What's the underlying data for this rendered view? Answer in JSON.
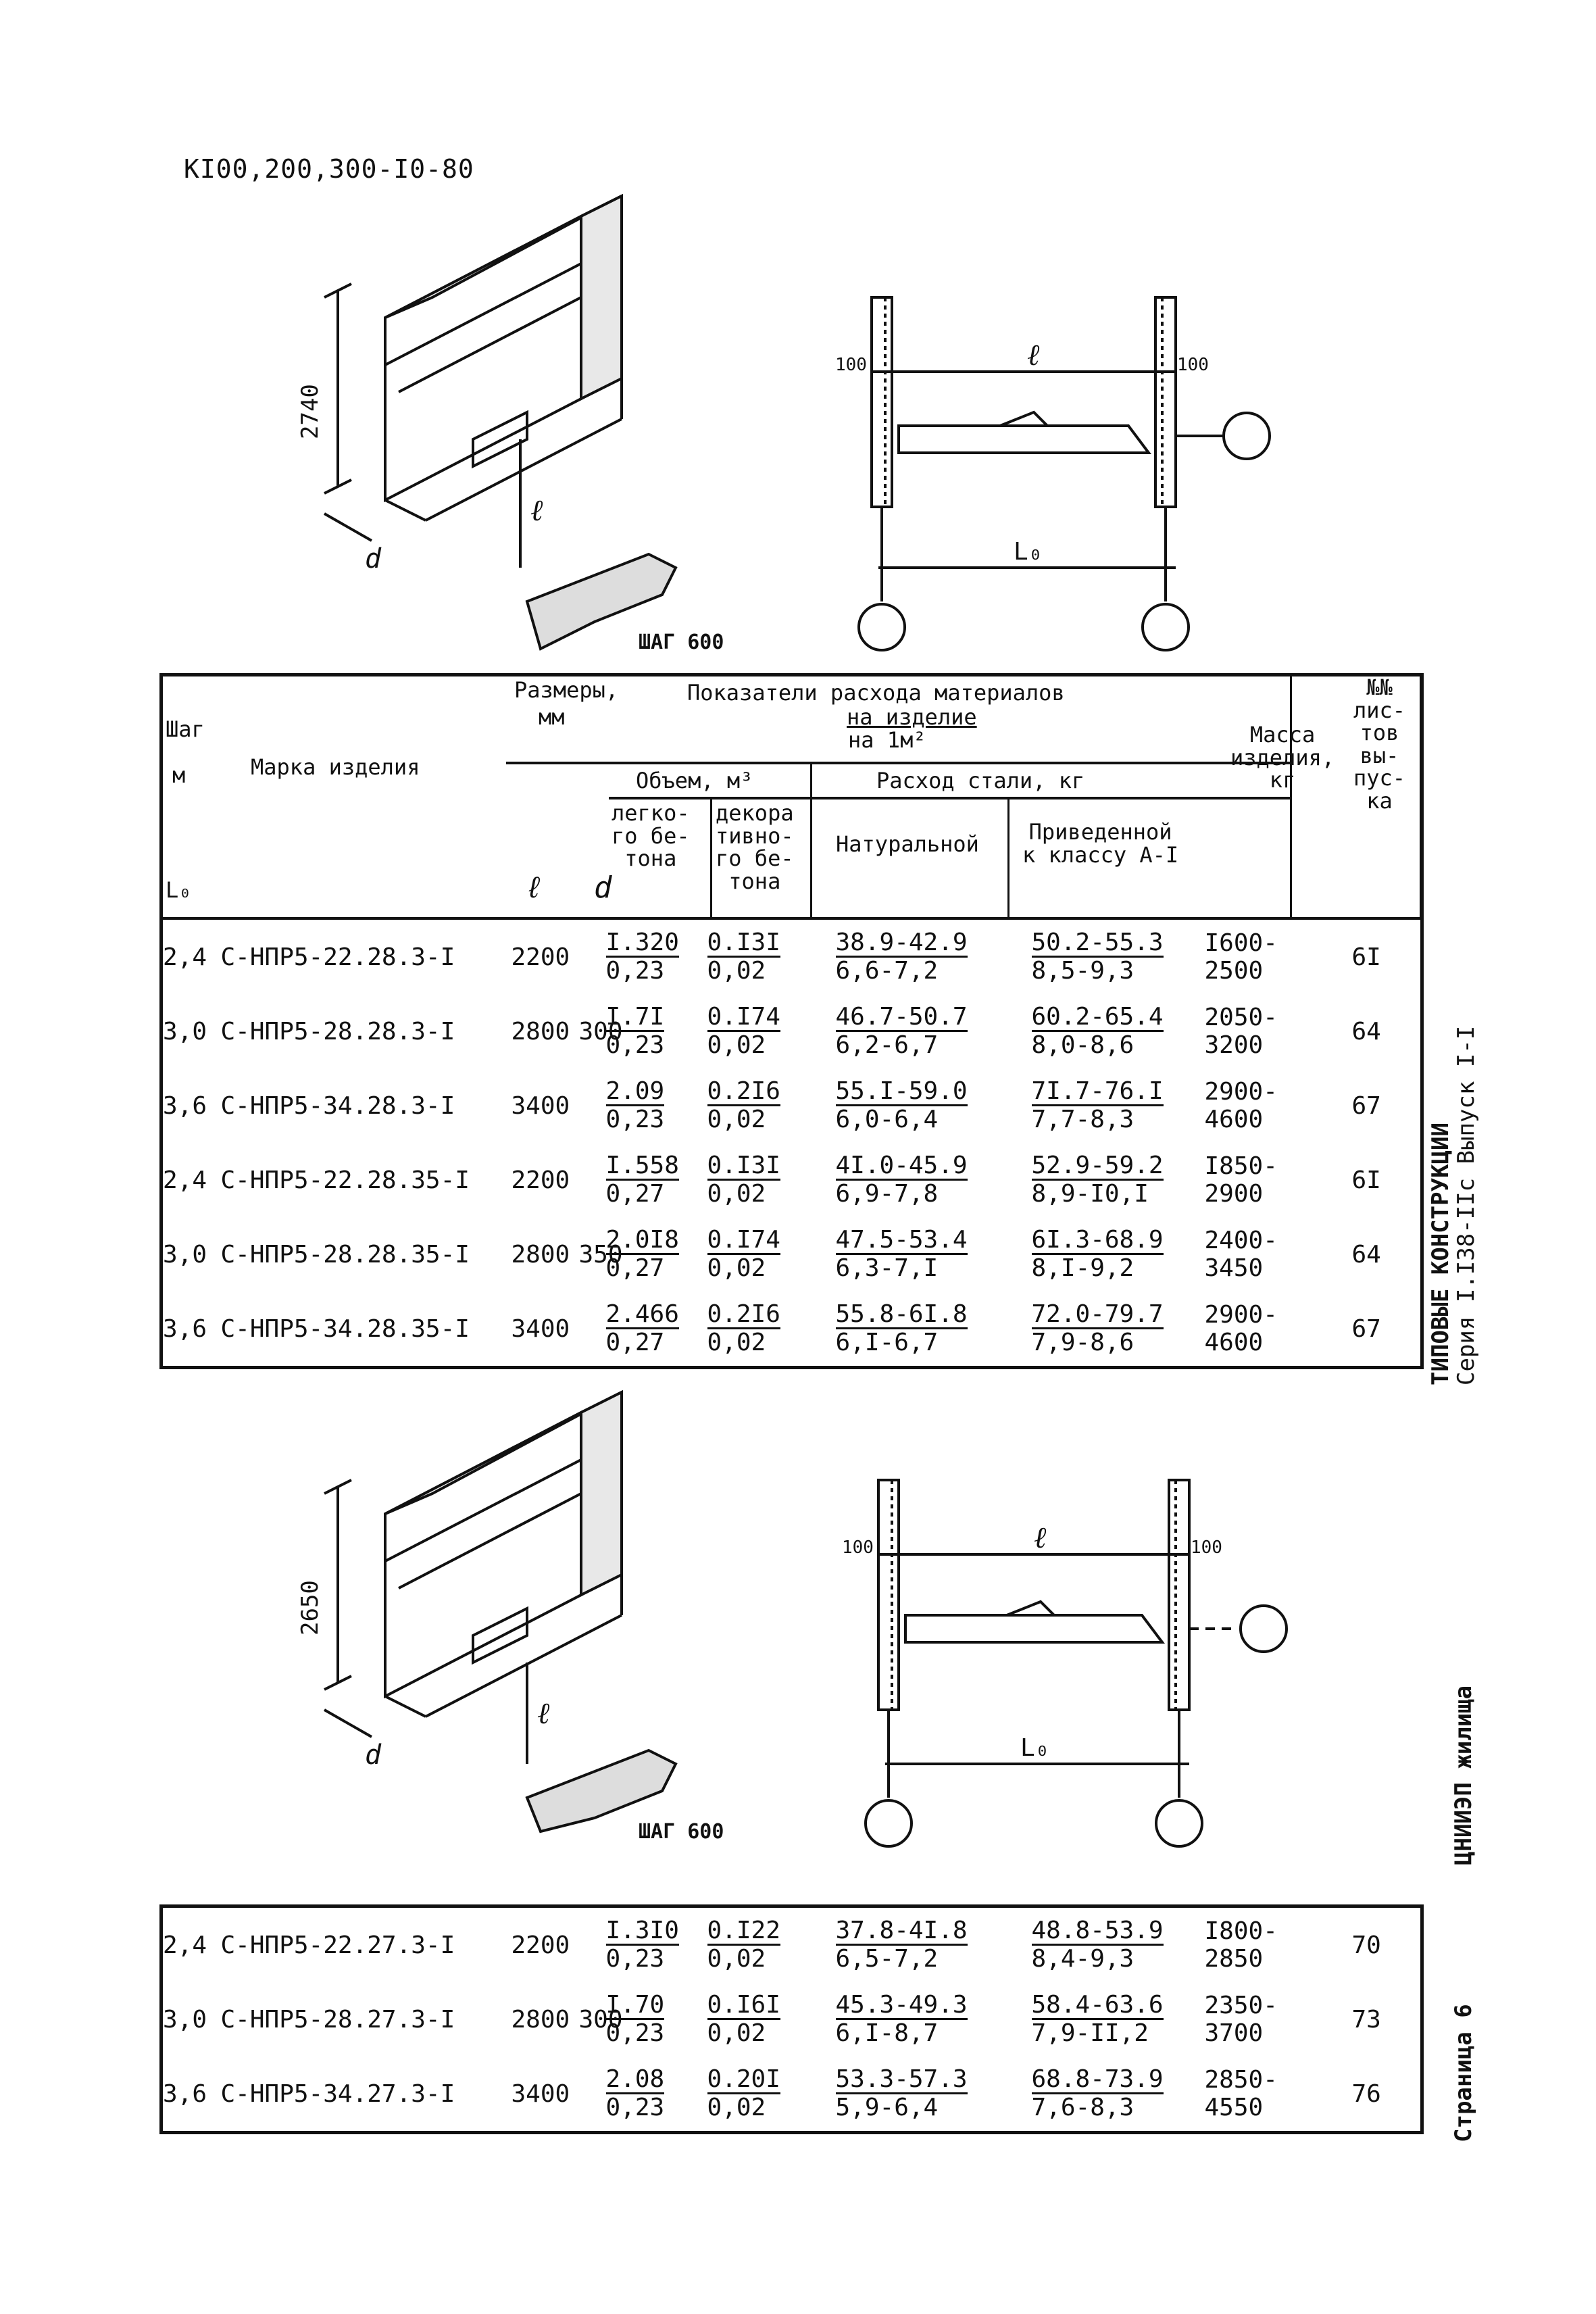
{
  "doc_code": "КI00,200,300-I0-80",
  "fig1": {
    "height": "2740",
    "l": "ℓ",
    "d": "d",
    "step": "ШАГ 600",
    "left_100": "100",
    "right_100": "100",
    "l_label": "ℓ",
    "l0_label": "L₀"
  },
  "fig2": {
    "height": "2650",
    "l": "ℓ",
    "d": "d",
    "step": "ШАГ 600",
    "left_100": "100",
    "right_100": "100",
    "l_label": "ℓ",
    "l0_label": "L₀"
  },
  "table_header": {
    "step": "Шаг",
    "step_unit": "м",
    "l0": "L₀",
    "mark": "Марка изделия",
    "sizes": "Размеры,",
    "sizes_unit": "мм",
    "l_col": "ℓ",
    "d_col": "d",
    "materials": "Показатели расхода материалов",
    "per_item": "на изделие",
    "per_m2": "на 1м²",
    "volume": "Объем, м³",
    "light_concrete": "легко-\nго бе-\nтона",
    "deco_concrete": "декора\nтивно-\nго бе-\nтона",
    "steel": "Расход стали, кг",
    "natural": "Натуральной",
    "reduced": "Приведенной\nк классу А-I",
    "mass": "Масса\nизделия,\nкг",
    "sheets": "№№\nлис-\nтов\nвы-\nпус-\nка"
  },
  "table1_rows": [
    {
      "step": "2,4",
      "mark": "С-НПР5-22.28.3-I",
      "l": "2200",
      "d": "",
      "vol_light_top": "I.320",
      "vol_light_bot": "0,23",
      "vol_deco_top": "0.I3I",
      "vol_deco_bot": "0,02",
      "nat_top": "38.9-42.9",
      "nat_bot": "6,6-7,2",
      "red_top": "50.2-55.3",
      "red_bot": "8,5-9,3",
      "mass": "I600-2500",
      "sheet": "6I"
    },
    {
      "step": "3,0",
      "mark": "С-НПР5-28.28.3-I",
      "l": "2800",
      "d": "300",
      "vol_light_top": "I.7I",
      "vol_light_bot": "0,23",
      "vol_deco_top": "0.I74",
      "vol_deco_bot": "0,02",
      "nat_top": "46.7-50.7",
      "nat_bot": "6,2-6,7",
      "red_top": "60.2-65.4",
      "red_bot": "8,0-8,6",
      "mass": "2050-3200",
      "sheet": "64"
    },
    {
      "step": "3,6",
      "mark": "С-НПР5-34.28.3-I",
      "l": "3400",
      "d": "",
      "vol_light_top": "2.09",
      "vol_light_bot": "0,23",
      "vol_deco_top": "0.2I6",
      "vol_deco_bot": "0,02",
      "nat_top": "55.I-59.0",
      "nat_bot": "6,0-6,4",
      "red_top": "7I.7-76.I",
      "red_bot": "7,7-8,3",
      "mass": "2900-4600",
      "sheet": "67"
    },
    {
      "step": "2,4",
      "mark": "С-НПР5-22.28.35-I",
      "l": "2200",
      "d": "",
      "vol_light_top": "I.558",
      "vol_light_bot": "0,27",
      "vol_deco_top": "0.I3I",
      "vol_deco_bot": "0,02",
      "nat_top": "4I.0-45.9",
      "nat_bot": "6,9-7,8",
      "red_top": "52.9-59.2",
      "red_bot": "8,9-I0,I",
      "mass": "I850-2900",
      "sheet": "6I"
    },
    {
      "step": "3,0",
      "mark": "С-НПР5-28.28.35-I",
      "l": "2800",
      "d": "350",
      "vol_light_top": "2.0I8",
      "vol_light_bot": "0,27",
      "vol_deco_top": "0.I74",
      "vol_deco_bot": "0,02",
      "nat_top": "47.5-53.4",
      "nat_bot": "6,3-7,I",
      "red_top": "6I.3-68.9",
      "red_bot": "8,I-9,2",
      "mass": "2400-3450",
      "sheet": "64"
    },
    {
      "step": "3,6",
      "mark": "С-НПР5-34.28.35-I",
      "l": "3400",
      "d": "",
      "vol_light_top": "2.466",
      "vol_light_bot": "0,27",
      "vol_deco_top": "0.2I6",
      "vol_deco_bot": "0,02",
      "nat_top": "55.8-6I.8",
      "nat_bot": "6,I-6,7",
      "red_top": "72.0-79.7",
      "red_bot": "7,9-8,6",
      "mass": "2900-4600",
      "sheet": "67"
    }
  ],
  "table2_rows": [
    {
      "step": "2,4",
      "mark": "С-НПР5-22.27.3-I",
      "l": "2200",
      "d": "",
      "vol_light_top": "I.3I0",
      "vol_light_bot": "0,23",
      "vol_deco_top": "0.I22",
      "vol_deco_bot": "0,02",
      "nat_top": "37.8-4I.8",
      "nat_bot": "6,5-7,2",
      "red_top": "48.8-53.9",
      "red_bot": "8,4-9,3",
      "mass": "I800-2850",
      "sheet": "70"
    },
    {
      "step": "3,0",
      "mark": "С-НПР5-28.27.3-I",
      "l": "2800",
      "d": "300",
      "vol_light_top": "I.70",
      "vol_light_bot": "0,23",
      "vol_deco_top": "0.I6I",
      "vol_deco_bot": "0,02",
      "nat_top": "45.3-49.3",
      "nat_bot": "6,I-8,7",
      "red_top": "58.4-63.6",
      "red_bot": "7,9-II,2",
      "mass": "2350-3700",
      "sheet": "73"
    },
    {
      "step": "3,6",
      "mark": "С-НПР5-34.27.3-I",
      "l": "3400",
      "d": "",
      "vol_light_top": "2.08",
      "vol_light_bot": "0,23",
      "vol_deco_top": "0.20I",
      "vol_deco_bot": "0,02",
      "nat_top": "53.3-57.3",
      "nat_bot": "5,9-6,4",
      "red_top": "68.8-73.9",
      "red_bot": "7,6-8,3",
      "mass": "2850-4550",
      "sheet": "76"
    }
  ],
  "side": {
    "series": "ТИПОВЫЕ КОНСТРУКЦИИ",
    "series_num": "Серия I.I38-IIс   Выпуск I-I",
    "org": "ЦНИИЭП жилища",
    "page": "Страница 6"
  }
}
